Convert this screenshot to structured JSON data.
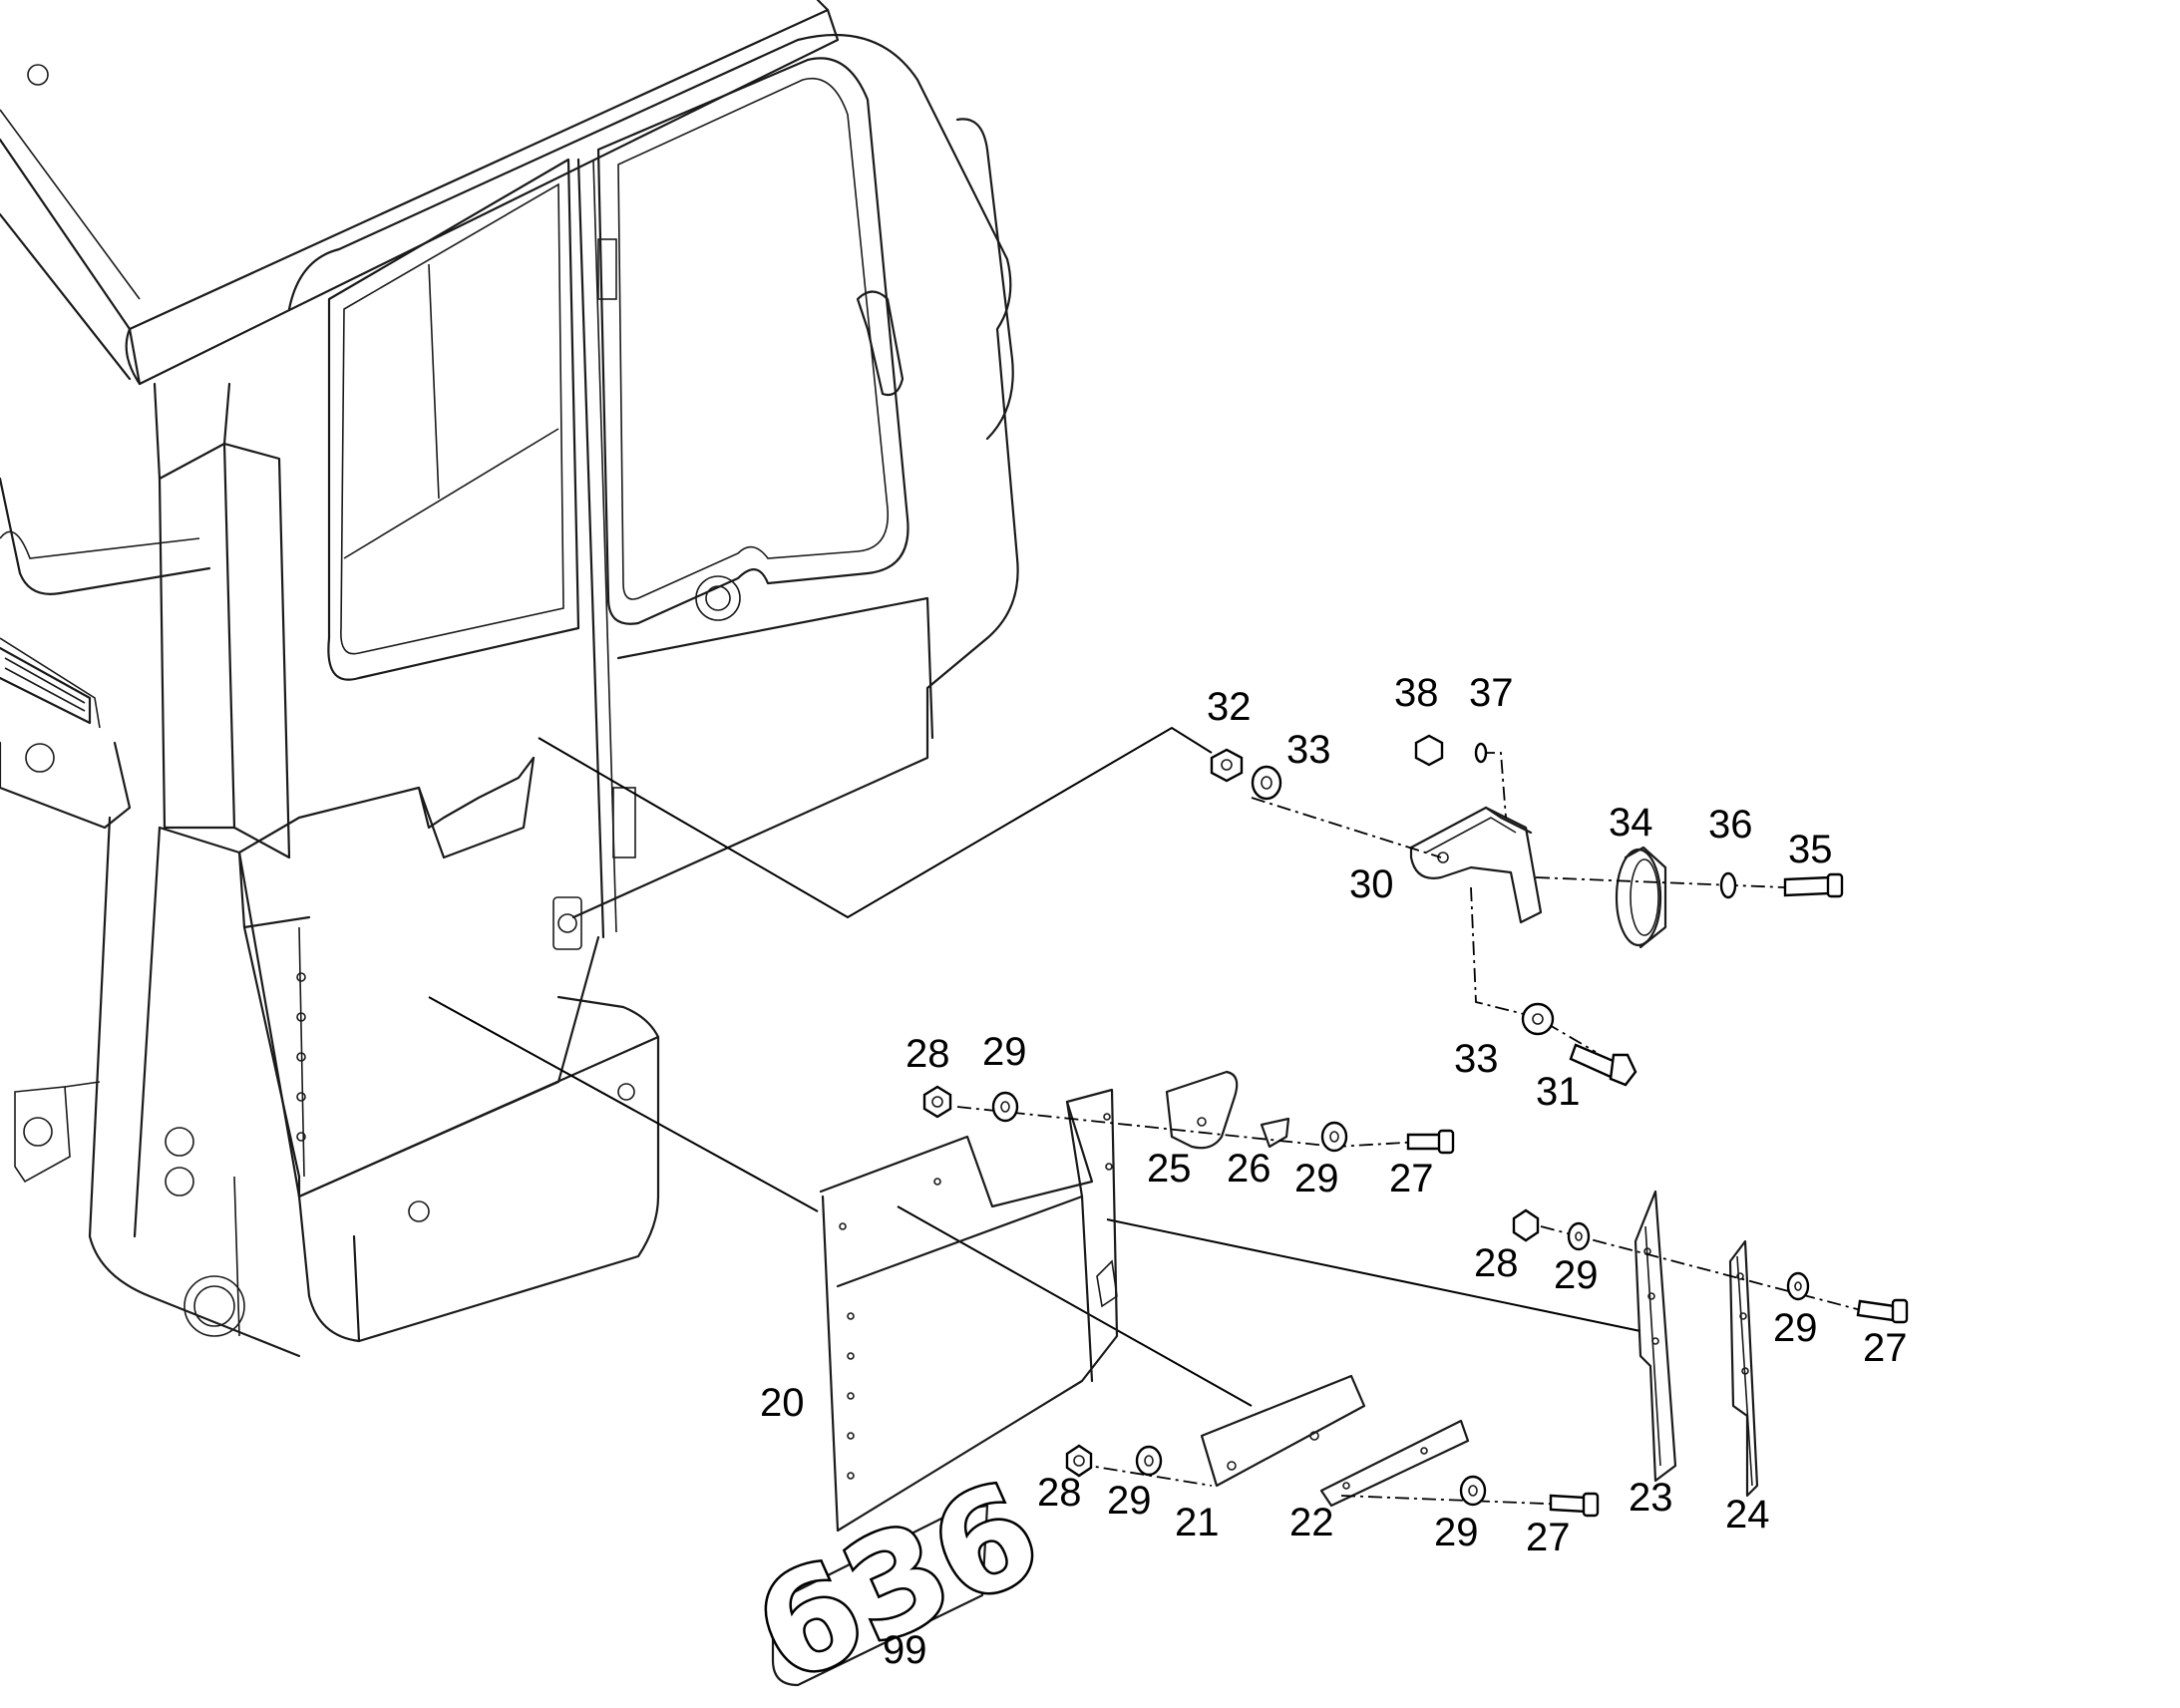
{
  "callouts": {
    "c20": "20",
    "c21": "21",
    "c22": "22",
    "c23": "23",
    "c24": "24",
    "c25": "25",
    "c26": "26",
    "c27a": "27",
    "c27b": "27",
    "c27c": "27",
    "c28a": "28",
    "c28b": "28",
    "c28c": "28",
    "c29a": "29",
    "c29b": "29",
    "c29c": "29",
    "c29d": "29",
    "c29e": "29",
    "c29f": "29",
    "c30": "30",
    "c31": "31",
    "c32": "32",
    "c33a": "33",
    "c33b": "33",
    "c34": "34",
    "c35": "35",
    "c36": "36",
    "c37": "37",
    "c38": "38",
    "c99": "99"
  },
  "badge": {
    "text": "636"
  }
}
